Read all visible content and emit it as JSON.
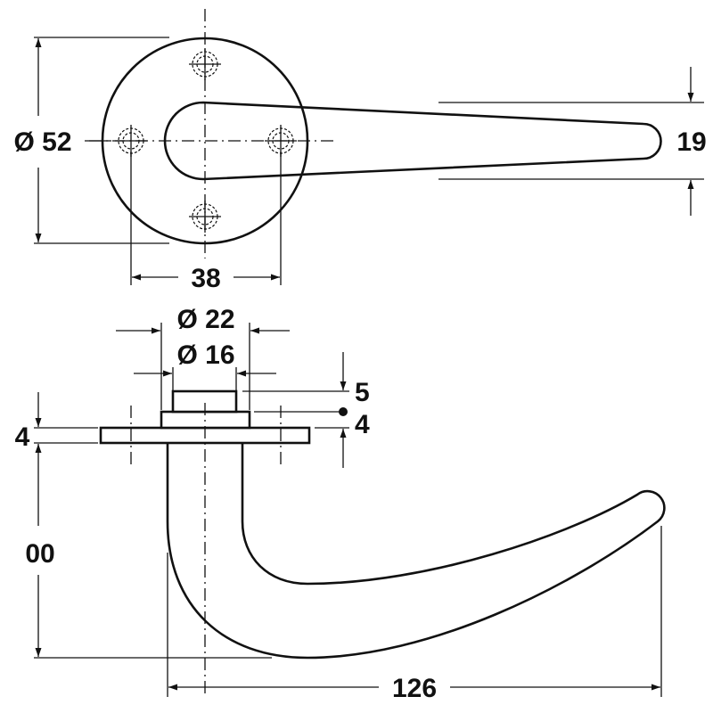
{
  "dimensions": {
    "rose_diameter": "Ø 52",
    "hole_spacing": "38",
    "lever_width": "19",
    "spindle_diameter_outer": "Ø 22",
    "spindle_diameter_inner": "Ø 16",
    "boss_height": "5",
    "step_height": "4",
    "rose_thickness": "4",
    "lever_height": "00",
    "lever_length": "126"
  }
}
